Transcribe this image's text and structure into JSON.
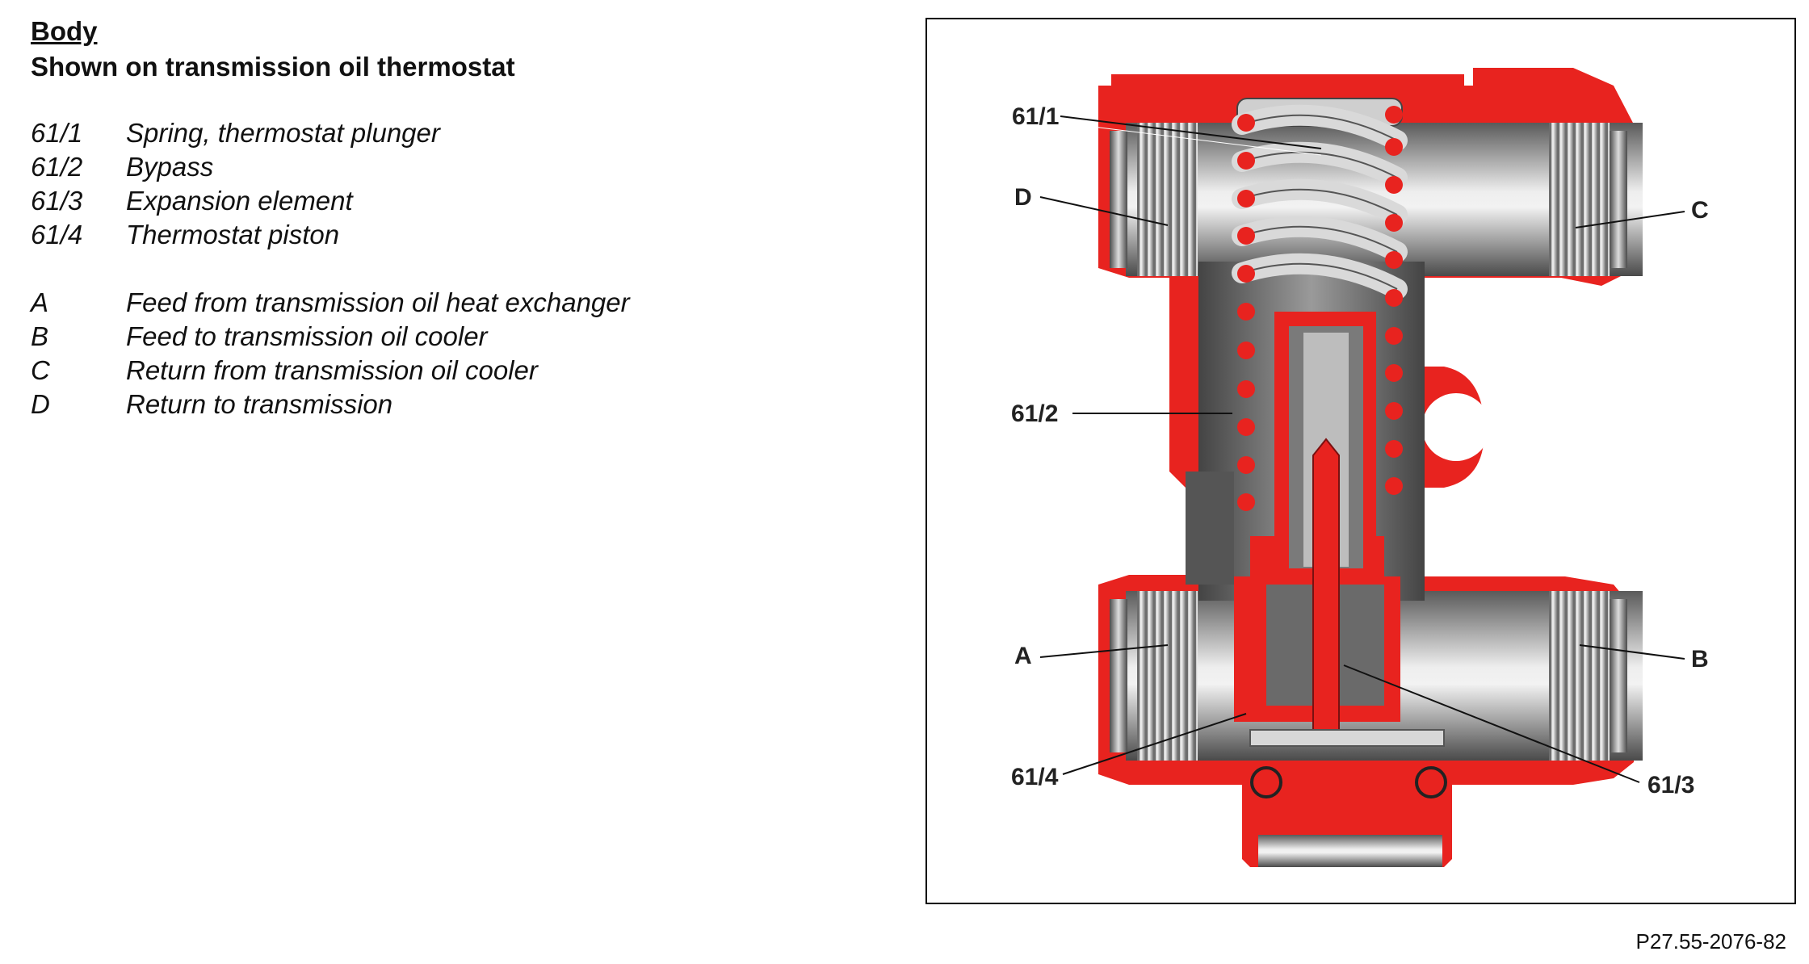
{
  "heading": "Body",
  "subheading": "Shown on transmission oil thermostat",
  "legend": [
    {
      "code": "61/1",
      "text": "Spring, thermostat plunger"
    },
    {
      "code": "61/2",
      "text": "Bypass"
    },
    {
      "code": "61/3",
      "text": "Expansion element"
    },
    {
      "code": "61/4",
      "text": "Thermostat piston"
    },
    {
      "code": "A",
      "text": "Feed from transmission oil heat exchanger"
    },
    {
      "code": "B",
      "text": "Feed to transmission oil cooler"
    },
    {
      "code": "C",
      "text": "Return from transmission oil cooler"
    },
    {
      "code": "D",
      "text": "Return to transmission"
    }
  ],
  "callouts": {
    "c61_1": "61/1",
    "d": "D",
    "c": "C",
    "c61_2": "61/2",
    "a": "A",
    "b": "B",
    "c61_4": "61/4",
    "c61_3": "61/3"
  },
  "reference": "P27.55-2076-82",
  "colors": {
    "housing": "#e8231f",
    "metal_dark": "#555555",
    "metal_light": "#e6e6e6"
  }
}
